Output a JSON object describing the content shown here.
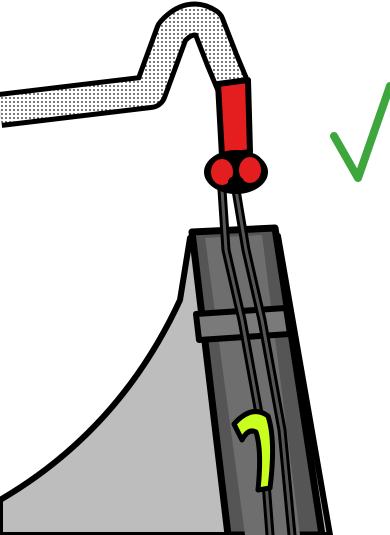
{
  "figure": {
    "kind": "rigging-illustration",
    "subjects": [
      "webbing-strap",
      "red-sewn-loop",
      "knot",
      "paired-lines",
      "buckle-strap",
      "paraglider-sail",
      "velcro-tab",
      "checkmark-icon"
    ],
    "status": "correct",
    "colors": {
      "outline": "#000000",
      "webbing": "#ffffff",
      "webbing_dots": "#1a1a1a",
      "loop_red": "#e41e1e",
      "sail": "#bdbdbd",
      "strap_dark": "#555555",
      "strap_light": "#7a7a7a",
      "velcro": "#c8ff1e",
      "check": "#3da63d"
    }
  }
}
